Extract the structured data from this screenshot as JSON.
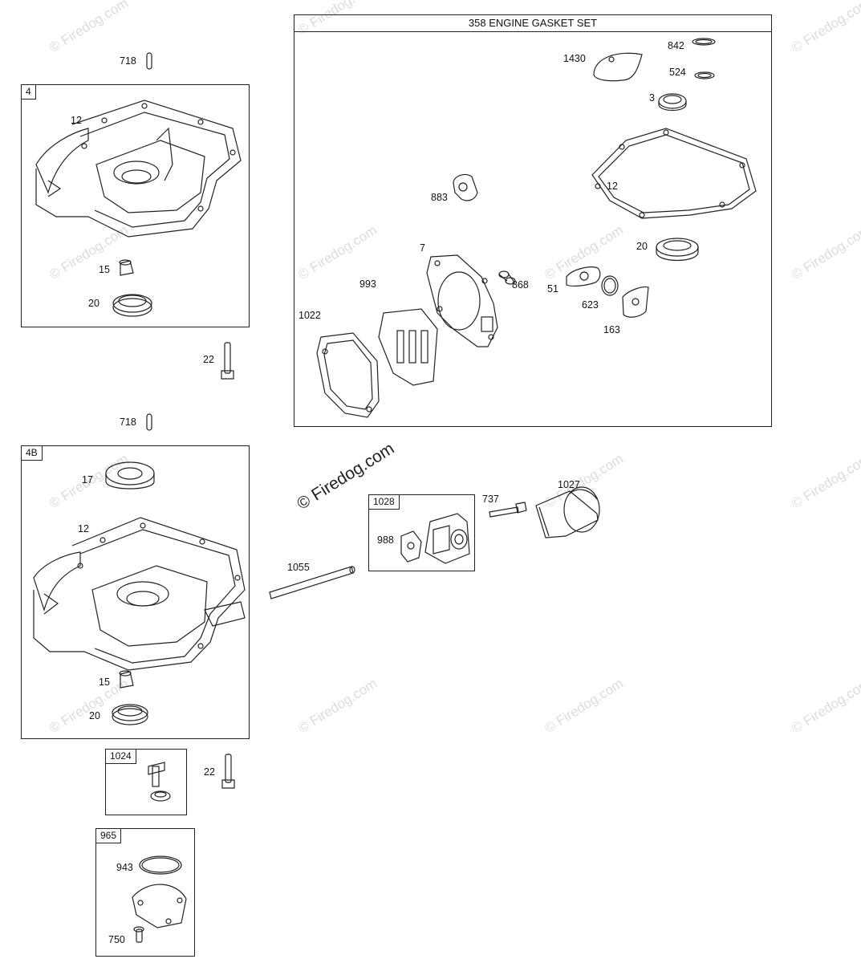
{
  "watermark": {
    "text": "© Firedog.com"
  },
  "boxes": {
    "box_4": {
      "tag": "4"
    },
    "box_4b": {
      "tag": "4B"
    },
    "box_1024": {
      "tag": "1024"
    },
    "box_965": {
      "tag": "965"
    },
    "box_1028": {
      "tag": "1028"
    },
    "gasket_set": {
      "title": "358 ENGINE GASKET SET"
    }
  },
  "labels": {
    "p718_top": "718",
    "p12_a": "12",
    "p15_a": "15",
    "p20_a": "20",
    "p22_a": "22",
    "p718_mid": "718",
    "p17": "17",
    "p12_b": "12",
    "p15_b": "15",
    "p20_b": "20",
    "p22_b": "22",
    "p943": "943",
    "p750": "750",
    "p988": "988",
    "p737": "737",
    "p1027": "1027",
    "p1055": "1055",
    "g1430": "1430",
    "g842": "842",
    "g524": "524",
    "g3": "3",
    "g883": "883",
    "g12": "12",
    "g20": "20",
    "g7": "7",
    "g993": "993",
    "g868": "868",
    "g51": "51",
    "g623": "623",
    "g163": "163",
    "g1022": "1022"
  }
}
